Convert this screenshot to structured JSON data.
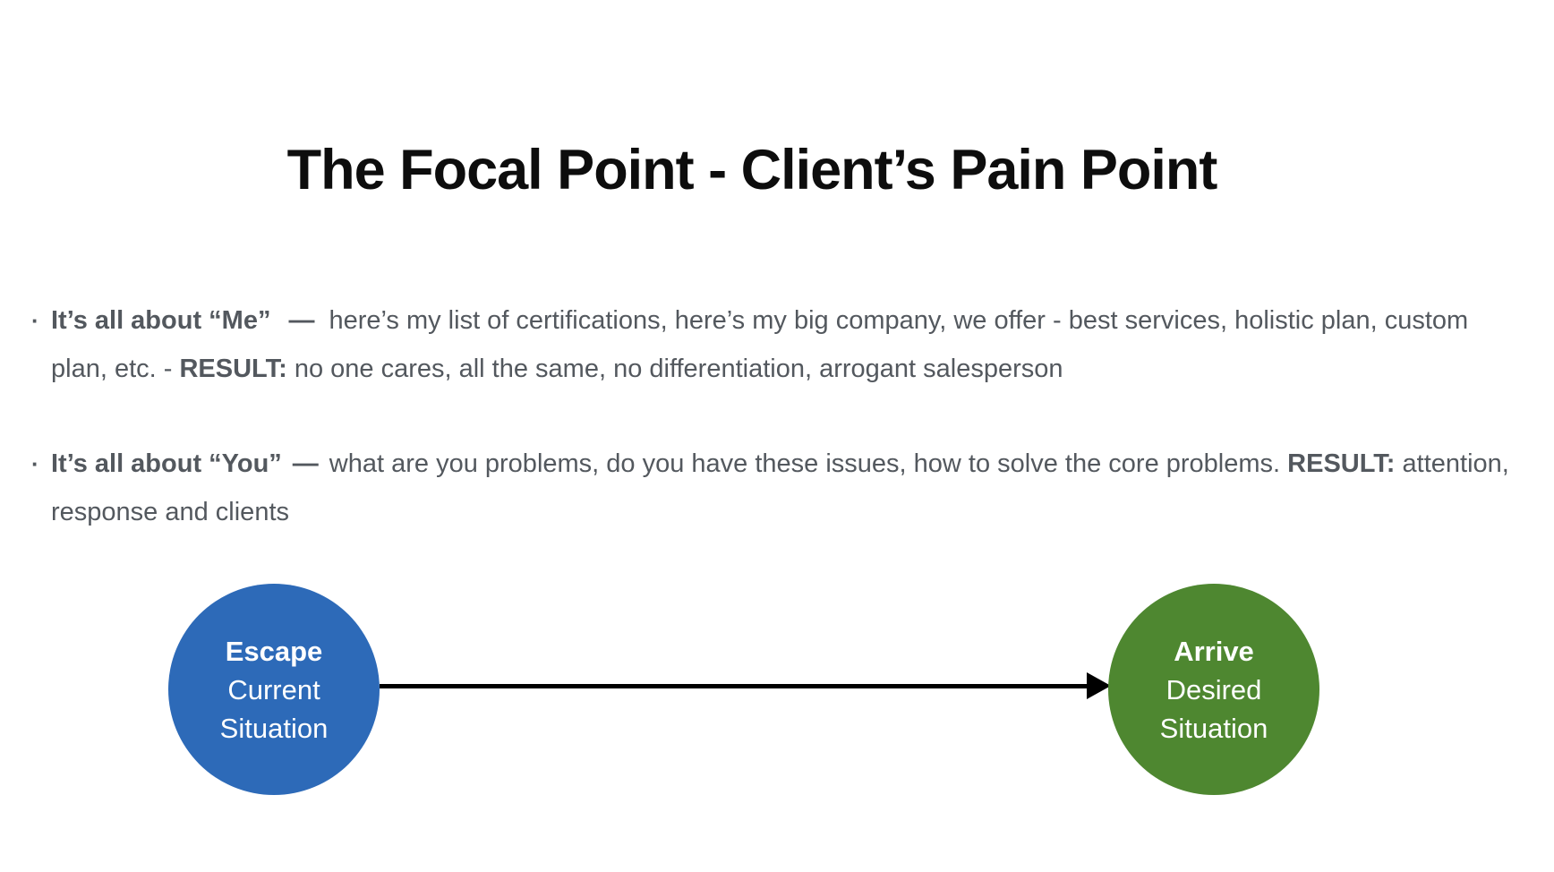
{
  "title": "The Focal Point - Client’s Pain Point",
  "bullet_marker": "·",
  "bullets": [
    {
      "lead": "It’s all about “Me”",
      "dash": "—",
      "body_before_result": "here’s my list of certifications, here’s my big company, we offer - best services, holistic plan, custom plan, etc. - ",
      "result_label": "RESULT:",
      "body_after_result": " no one cares, all the same, no differentiation, arrogant salesperson"
    },
    {
      "lead": "It’s all about “You”",
      "dash": "—",
      "body_before_result": "what are you problems, do you have these issues, how to solve the core problems. ",
      "result_label": "RESULT:",
      "body_after_result": " attention, response and clients"
    }
  ],
  "diagram": {
    "escape_circle": {
      "line1": "Escape",
      "line2": "Current",
      "line3": "Situation"
    },
    "arrive_circle": {
      "line1": "Arrive",
      "line2": "Desired",
      "line3": "Situation"
    }
  },
  "colors": {
    "title_text": "#0d0d0d",
    "body_text": "#53585e",
    "escape_fill": "#2d6ab8",
    "arrive_fill": "#4e8730",
    "arrow": "#000000"
  }
}
